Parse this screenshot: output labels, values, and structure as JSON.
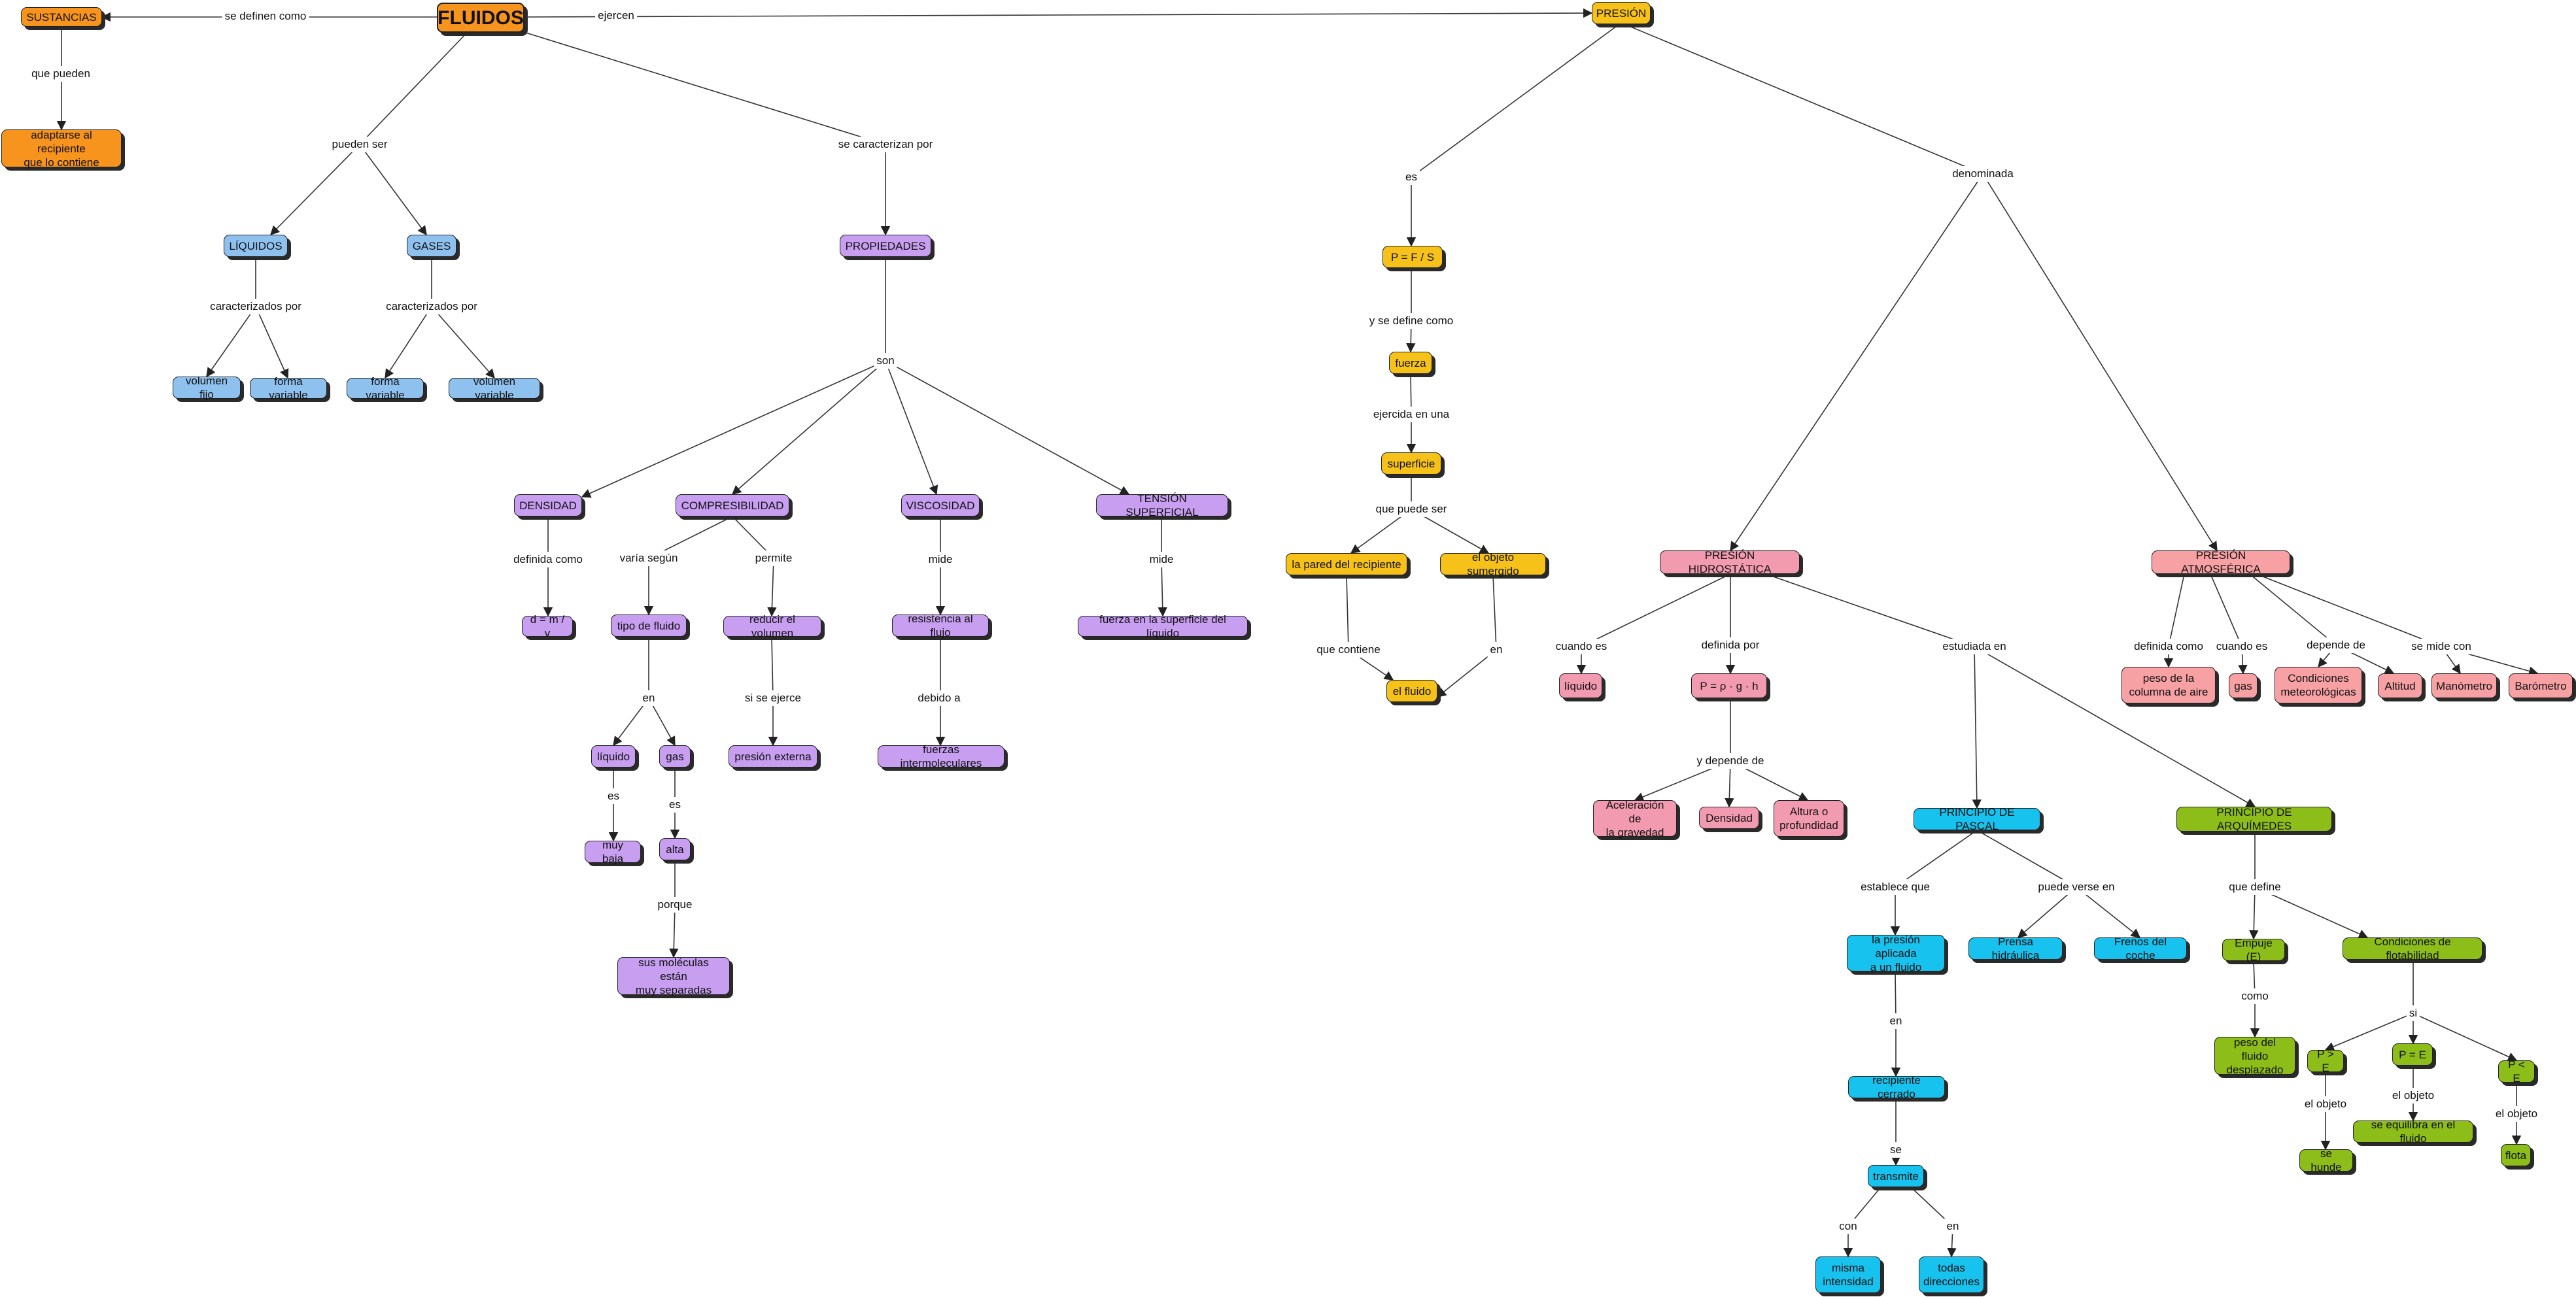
{
  "colors": {
    "orange": "#f7941d",
    "blue": "#8fc1ef",
    "purple": "#c79ef0",
    "yellow": "#f6c21a",
    "pink": "#f29ab0",
    "cyan": "#18c2ee",
    "green": "#8cbd18",
    "rose": "#f7a1a4",
    "line": "#333333"
  },
  "nodes": {
    "fluidos": "FLUIDOS",
    "sustancias": "SUSTANCIAS",
    "adaptarse": "adaptarse al recipiente\nque lo contiene",
    "presion": "PRESIÓN",
    "liquidos": "LÍQUIDOS",
    "gases": "GASES",
    "volumen_fijo": "volumen fijo",
    "forma_variable_liq": "forma variable",
    "forma_variable_gas": "forma variable",
    "volumen_variable": "volumen variable",
    "propiedades": "PROPIEDADES",
    "densidad": "DENSIDAD",
    "compresibilidad": "COMPRESIBILIDAD",
    "viscosidad": "VISCOSIDAD",
    "tension": "TENSIÓN SUPERFICIAL",
    "d_formula": "d = m / v",
    "tipo_fluido": "tipo de fluido",
    "reducir_volumen": "reducir el volumen",
    "resistencia": "resistencia al flujo",
    "fuerza_superficie": "fuerza en la superficie del líquido",
    "liquido_c": "líquido",
    "gas_c": "gas",
    "presion_externa": "presión externa",
    "fuerzas_inter": "fuerzas intermoleculares",
    "muy_baja": "muy baja",
    "alta": "alta",
    "moleculas": "sus moléculas están\nmuy separadas",
    "p_fs": "P = F / S",
    "fuerza": "fuerza",
    "superficie": "superficie",
    "pared": "la pared del recipiente",
    "objeto_sumergido": "el objeto sumergido",
    "el_fluido": "el fluido",
    "hidrostatica": "PRESIÓN HIDROSTÁTICA",
    "atmosferica": "PRESIÓN ATMOSFÉRICA",
    "liquido_h": "líquido",
    "p_rgh": "P = ρ · g · h",
    "aceleracion": "Aceleración de\nla gravedad",
    "densidad_h": "Densidad",
    "altura": "Altura o\nprofundidad",
    "pascal": "PRINCIPIO DE PASCAL",
    "arquimedes": "PRINCIPIO DE ARQUÍMEDES",
    "presion_aplicada": "la presión aplicada\na un fluido",
    "prensa": "Prensa hidráulica",
    "frenos": "Frenos del coche",
    "recipiente_cerrado": "recipiente cerrado",
    "transmite": "transmite",
    "misma": "misma\nintensidad",
    "todas": "todas\ndirecciones",
    "empuje": "Empuje (E)",
    "condiciones_flot": "Condiciones de flotabilidad",
    "peso_fluido": "peso del fluido\ndesplazado",
    "p_gt_e": "P > E",
    "p_eq_e": "P = E",
    "p_lt_e": "P < E",
    "se_hunde": "se hunde",
    "se_equilibra": "se equilibra en el fluido",
    "flota": "flota",
    "peso_columna": "peso de la\ncolumna de aire",
    "gas_a": "gas",
    "meteorologicas": "Condiciones\nmeteorológicas",
    "altitud": "Altitud",
    "manometro": "Manómetro",
    "barometro": "Barómetro"
  },
  "labels": {
    "se_definen_como": "se definen como",
    "que_pueden": "que pueden",
    "ejercen": "ejercen",
    "pueden_ser": "pueden ser",
    "se_caracterizan_por": "se caracterizan por",
    "caracterizados_liq": "caracterizados por",
    "caracterizados_gas": "caracterizados por",
    "son": "son",
    "definida_como_d": "definida como",
    "varia_segun": "varía según",
    "permite": "permite",
    "mide_v": "mide",
    "mide_t": "mide",
    "en_c": "en",
    "si_se_ejerce": "si se ejerce",
    "debido_a": "debido a",
    "es_liq": "es",
    "es_gas": "es",
    "porque": "porque",
    "es_p": "es",
    "denominada": "denominada",
    "y_se_define": "y se define como",
    "ejercida_en": "ejercida en una",
    "que_puede_ser": "que puede ser",
    "que_contiene": "que contiene",
    "en_obj": "en",
    "cuando_es_h": "cuando es",
    "definida_por": "definida por",
    "estudiada_en": "estudiada en",
    "y_depende_de": "y depende de",
    "establece_que": "establece que",
    "puede_verse_en": "puede verse en",
    "en_pa": "en",
    "se": "se",
    "con": "con",
    "en_tr": "en",
    "que_define": "que define",
    "como": "como",
    "si": "si",
    "el_objeto_1": "el objeto",
    "el_objeto_2": "el objeto",
    "el_objeto_3": "el objeto",
    "definida_como_a": "definida como",
    "cuando_es_a": "cuando es",
    "depende_de": "depende de",
    "se_mide_con": "se mide con"
  }
}
